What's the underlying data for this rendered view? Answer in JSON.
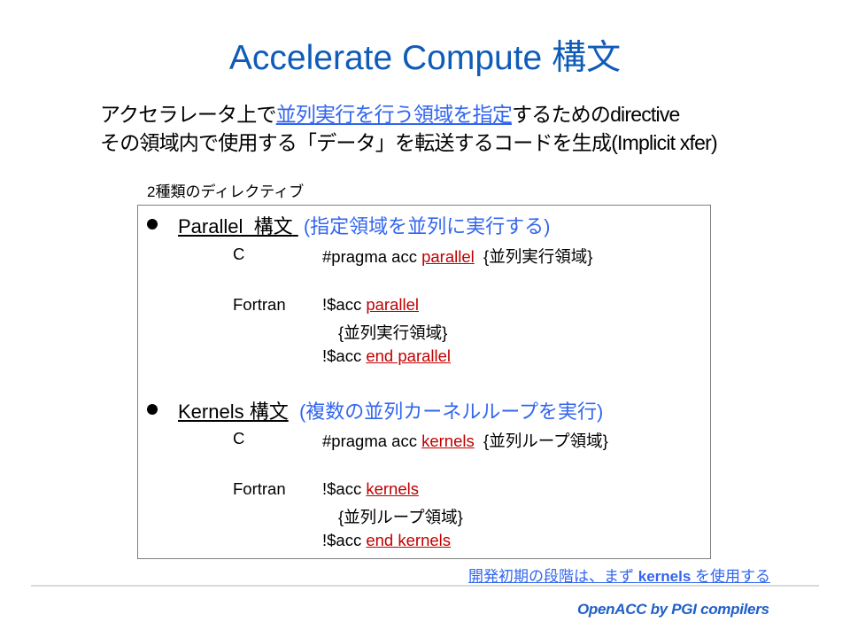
{
  "title": "Accelerate Compute 構文",
  "intro": {
    "line1": {
      "prefix": "アクセラレータ上で",
      "highlight": "並列実行を行う領域を指定",
      "suffix": "するためのdirective"
    },
    "line2": "その領域内で使用する「データ」を転送するコードを生成(Implicit xfer)"
  },
  "subheading": "2種類のディレクティブ",
  "sections": [
    {
      "name": "Parallel  構文",
      "description": "(指定領域を並列に実行する)",
      "c": {
        "lang": "C",
        "prefix": "#pragma acc ",
        "keyword": "parallel",
        "body": "{並列実行領域}"
      },
      "fortran": {
        "lang": "Fortran",
        "prefix": "!$acc ",
        "keyword": "parallel",
        "body": "{並列実行領域}",
        "end_prefix": "!$acc ",
        "end_keyword": "end parallel"
      }
    },
    {
      "name": "Kernels 構文",
      "description": "(複数の並列カーネルループを実行)",
      "c": {
        "lang": "C",
        "prefix": "#pragma acc ",
        "keyword": "kernels",
        "body": "{並列ループ領域}"
      },
      "fortran": {
        "lang": "Fortran",
        "prefix": "!$acc ",
        "keyword": "kernels",
        "body": "{並列ループ領域}",
        "end_prefix": "!$acc ",
        "end_keyword": "end kernels"
      }
    }
  ],
  "note": {
    "prefix": "開発初期の段階は、まず ",
    "keyword": "kernels",
    "suffix": " を使用する"
  },
  "footer": "OpenACC by PGI compilers",
  "colors": {
    "title": "#0f5cb8",
    "highlight_blue": "#3366ee",
    "keyword_red": "#c00000",
    "box_border": "#808080",
    "divider": "#d9d9d9"
  }
}
